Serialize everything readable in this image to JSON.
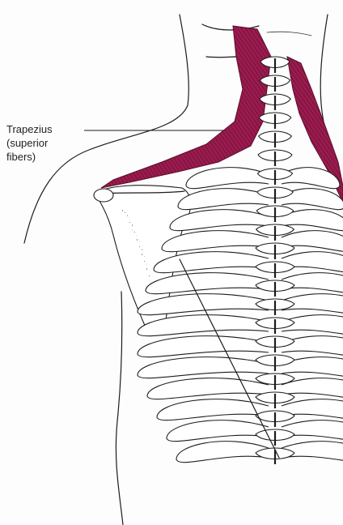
{
  "figure": {
    "label_lines": [
      "Trapezius",
      "(superior",
      "fibers)"
    ]
  },
  "colors": {
    "muscle": "#9b1b4f",
    "muscle_stripe": "#5c0d2c",
    "ink": "#1c1c1c",
    "paper": "#fdfdfd"
  }
}
